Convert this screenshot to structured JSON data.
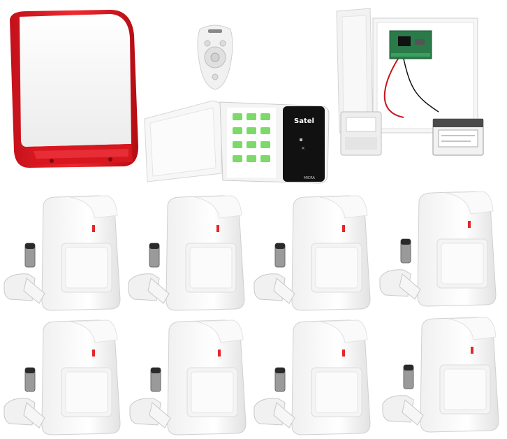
{
  "siren": {
    "color": "#e31b23"
  },
  "keypad": {
    "brand": "Satel",
    "model": "MICRA",
    "key_color": "#7cd96a"
  },
  "panel": {},
  "remote": {},
  "detectors": {
    "count": 8,
    "led_color": "#e3262a"
  }
}
